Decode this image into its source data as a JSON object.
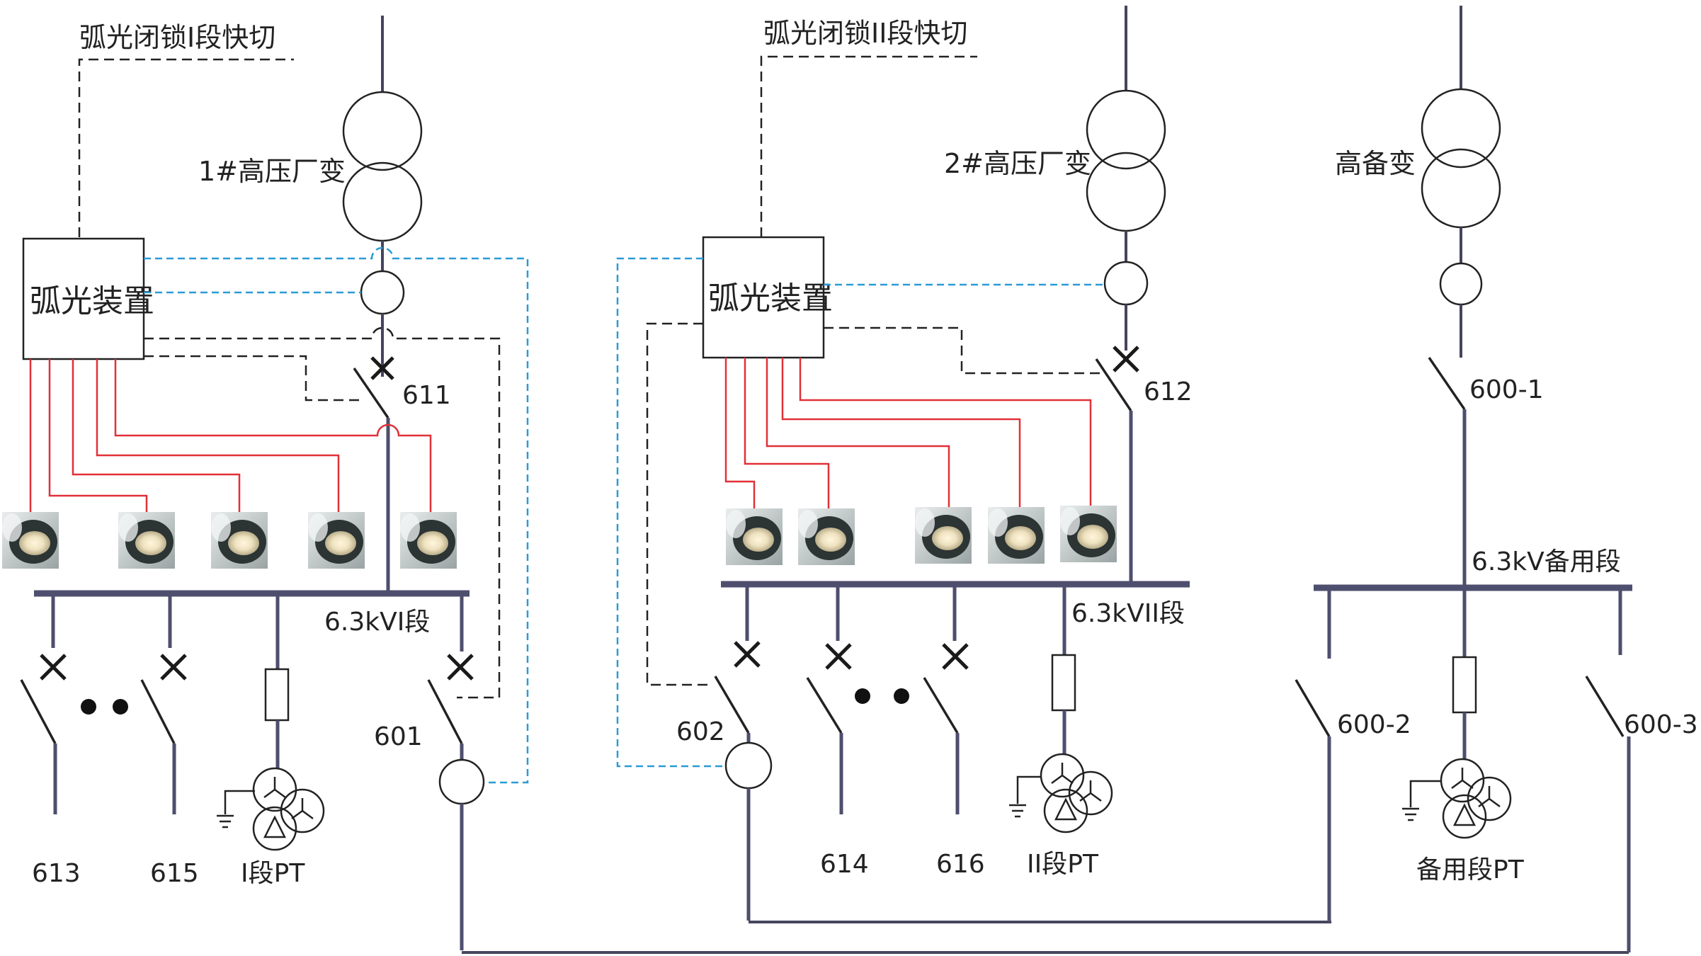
{
  "labels": {
    "lock1": "弧光闭锁I段快切",
    "lock2": "弧光闭锁II段快切",
    "tf1": "1#高压厂变",
    "tf2": "2#高压厂变",
    "tf3": "高备变",
    "dev1": "弧光装置",
    "dev2": "弧光装置",
    "bus1": "6.3kVI段",
    "bus2": "6.3kVII段",
    "bus3": "6.3kV备用段",
    "pt1": "I段PT",
    "pt2": "II段PT",
    "pt3": "备用段PT",
    "b611": "611",
    "b612": "612",
    "b601": "601",
    "b602": "602",
    "b600_1": "600-1",
    "b600_2": "600-2",
    "b600_3": "600-3",
    "f613": "613",
    "f615": "615",
    "f614": "614",
    "f616": "616"
  },
  "colors": {
    "busbar": "#4e4e6e",
    "light_signal_wire": "#e13038",
    "ct_signal_wire": "#2a9bd6",
    "trip_signal_wire": "#222222"
  },
  "icons": {
    "arc_sensor": "arc-light-sensor-icon",
    "ct": "current-transformer-icon",
    "transformer": "two-winding-transformer-icon",
    "pt": "voltage-transformer-icon",
    "breaker": "circuit-breaker-icon",
    "ground": "ground-icon"
  }
}
